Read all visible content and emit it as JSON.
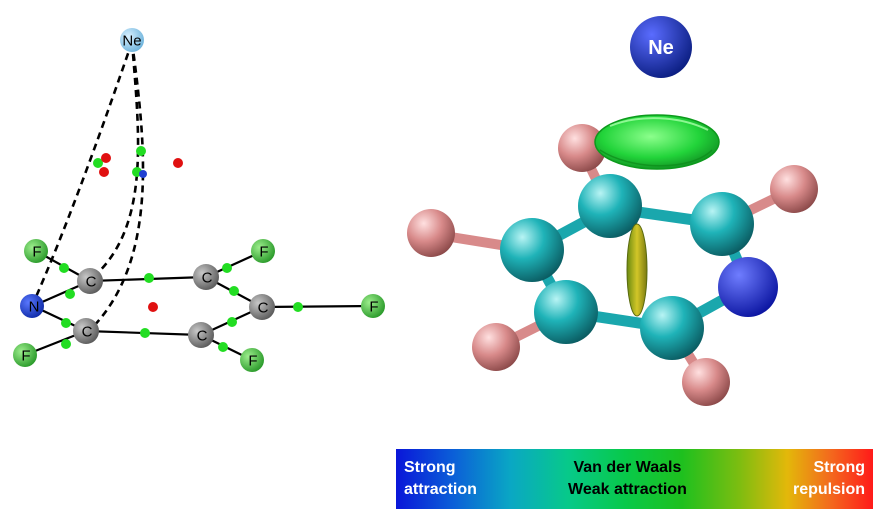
{
  "left_diagram": {
    "labels": {
      "neon": "Ne",
      "nitrogen": "N",
      "carbon": "C",
      "fluorine": "F"
    },
    "colors": {
      "neon": "#8ecbea",
      "nitrogen": "#1f3fd1",
      "carbon": "#7d7d7d",
      "fluorine": "#3fbf3f",
      "bond_critical_point": "#22dd22",
      "ring_critical_point": "#e01010",
      "bond_path": "#000000"
    }
  },
  "right_diagram": {
    "labels": {
      "neon": "Ne"
    },
    "colors": {
      "neon": "#0d2ea8",
      "carbon": "#1aa7ad",
      "nitrogen": "#1020c8",
      "fluorine": "#d88a8a",
      "surface_green": "#22d43a",
      "surface_yellow": "#c8c020"
    }
  },
  "color_bar": {
    "left_label": [
      "Strong",
      "attraction"
    ],
    "middle_label": [
      "Van der Waals",
      "Weak attraction"
    ],
    "right_label": [
      "Strong",
      "repulsion"
    ],
    "gradient_colors": [
      "#0a16d9",
      "#0aa7c4",
      "#08c94a",
      "#7dbd10",
      "#e3b80a",
      "#ff1a1a"
    ]
  }
}
